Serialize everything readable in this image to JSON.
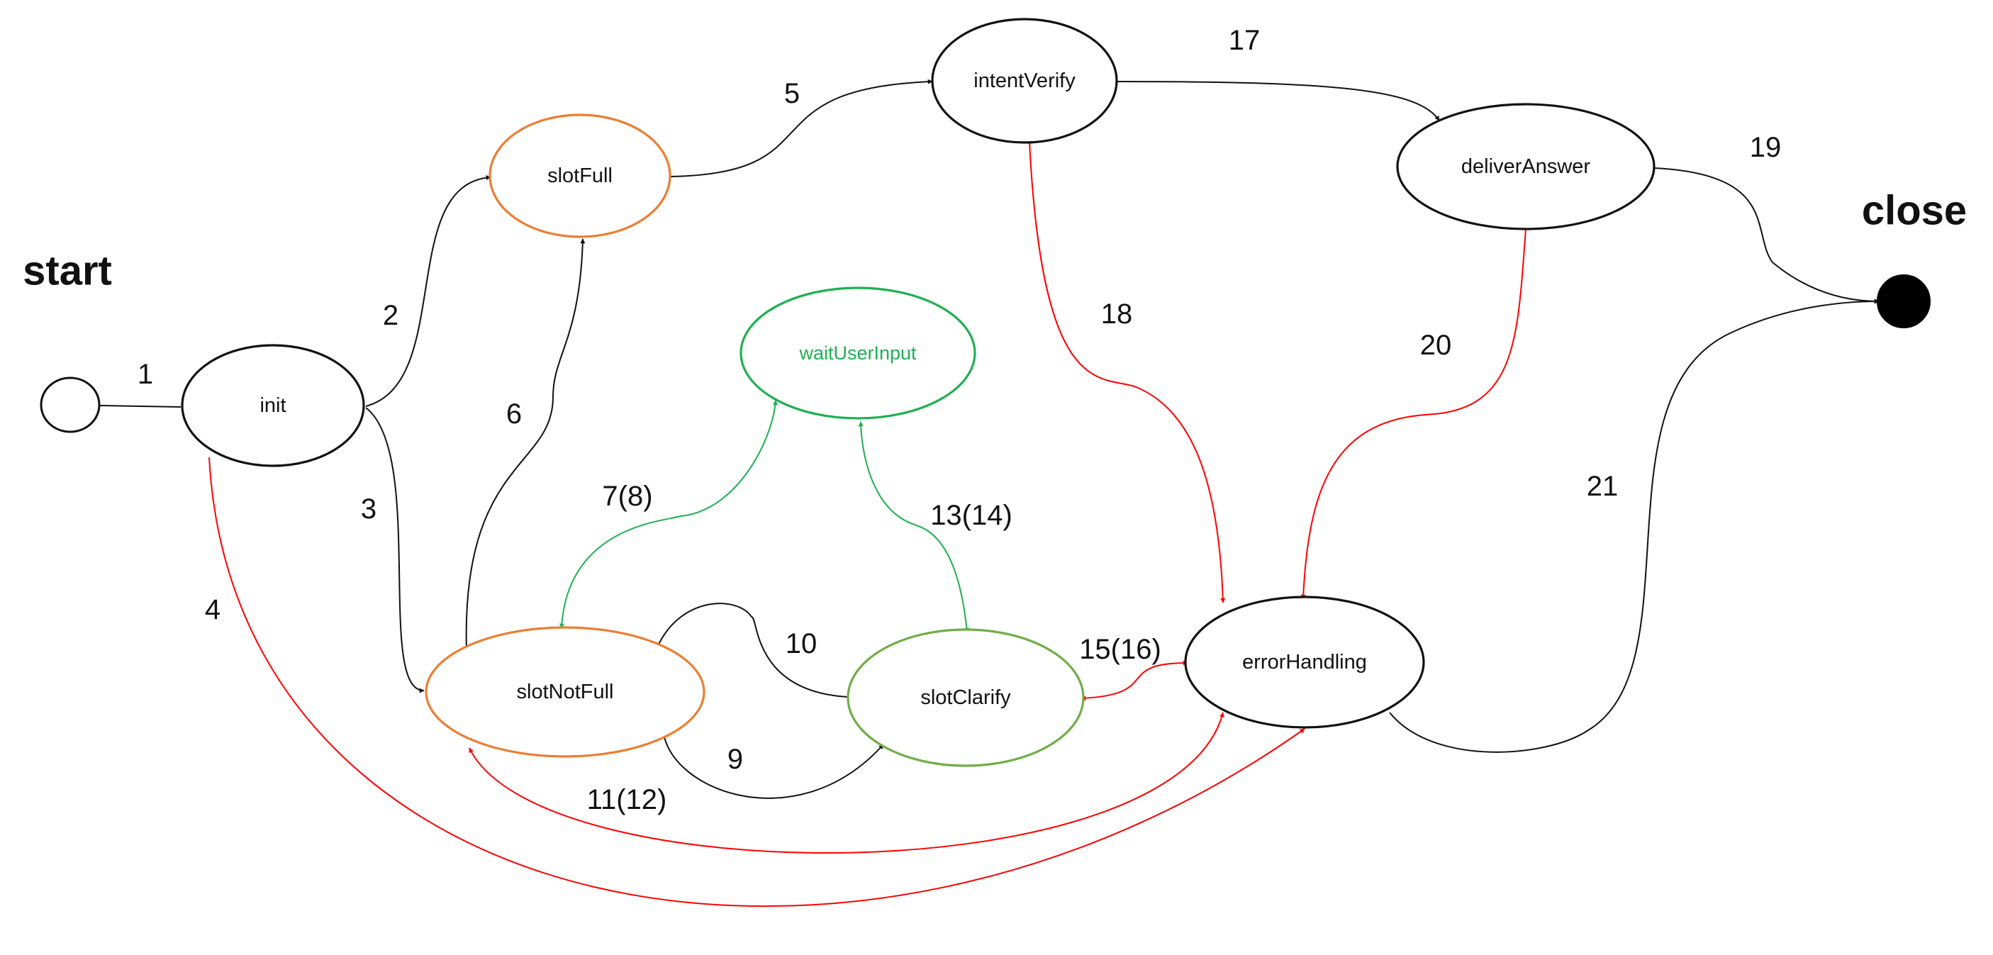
{
  "terminals": {
    "start_label": "start",
    "close_label": "close"
  },
  "colors": {
    "black": "#111111",
    "orange": "#ED7D31",
    "green": "#1EB050",
    "light_green": "#70AD47",
    "red": "#FF0000",
    "green_edge": "#1EB050"
  },
  "states": [
    {
      "id": "init",
      "label": "init",
      "color": "black"
    },
    {
      "id": "slotFull",
      "label": "slotFull",
      "color": "orange"
    },
    {
      "id": "intentVerify",
      "label": "intentVerify",
      "color": "black"
    },
    {
      "id": "deliverAnswer",
      "label": "deliverAnswer",
      "color": "black"
    },
    {
      "id": "waitUserInput",
      "label": "waitUserInput",
      "color": "green"
    },
    {
      "id": "slotNotFull",
      "label": "slotNotFull",
      "color": "orange"
    },
    {
      "id": "slotClarify",
      "label": "slotClarify",
      "color": "light_green"
    },
    {
      "id": "errorHandling",
      "label": "errorHandling",
      "color": "black"
    }
  ],
  "transitions": [
    {
      "id": "e1",
      "label": "1",
      "from": "start",
      "to": "init",
      "color": "black"
    },
    {
      "id": "e2",
      "label": "2",
      "from": "init",
      "to": "slotFull",
      "color": "black"
    },
    {
      "id": "e3",
      "label": "3",
      "from": "init",
      "to": "slotNotFull",
      "color": "black"
    },
    {
      "id": "e4",
      "label": "4",
      "from": "init",
      "to": "errorHandling",
      "color": "red"
    },
    {
      "id": "e5",
      "label": "5",
      "from": "slotFull",
      "to": "intentVerify",
      "color": "black"
    },
    {
      "id": "e6",
      "label": "6",
      "from": "slotNotFull",
      "to": "slotFull",
      "color": "black"
    },
    {
      "id": "e7",
      "label": "7(8)",
      "from": "slotNotFull",
      "to": "waitUserInput",
      "color": "green_edge",
      "bidirectional": true
    },
    {
      "id": "e9",
      "label": "9",
      "from": "slotNotFull",
      "to": "slotClarify",
      "color": "black"
    },
    {
      "id": "e10",
      "label": "10",
      "from": "slotClarify",
      "to": "slotNotFull",
      "color": "black"
    },
    {
      "id": "e11",
      "label": "11(12)",
      "from": "slotNotFull",
      "to": "errorHandling",
      "color": "red",
      "bidirectional": true
    },
    {
      "id": "e13",
      "label": "13(14)",
      "from": "slotClarify",
      "to": "waitUserInput",
      "color": "green_edge",
      "bidirectional": true
    },
    {
      "id": "e15",
      "label": "15(16)",
      "from": "slotClarify",
      "to": "errorHandling",
      "color": "red",
      "bidirectional": true
    },
    {
      "id": "e17",
      "label": "17",
      "from": "intentVerify",
      "to": "deliverAnswer",
      "color": "black"
    },
    {
      "id": "e18",
      "label": "18",
      "from": "intentVerify",
      "to": "errorHandling",
      "color": "red"
    },
    {
      "id": "e19",
      "label": "19",
      "from": "deliverAnswer",
      "to": "close",
      "color": "black"
    },
    {
      "id": "e20",
      "label": "20",
      "from": "deliverAnswer",
      "to": "errorHandling",
      "color": "red"
    },
    {
      "id": "e21",
      "label": "21",
      "from": "errorHandling",
      "to": "close",
      "color": "black"
    }
  ]
}
